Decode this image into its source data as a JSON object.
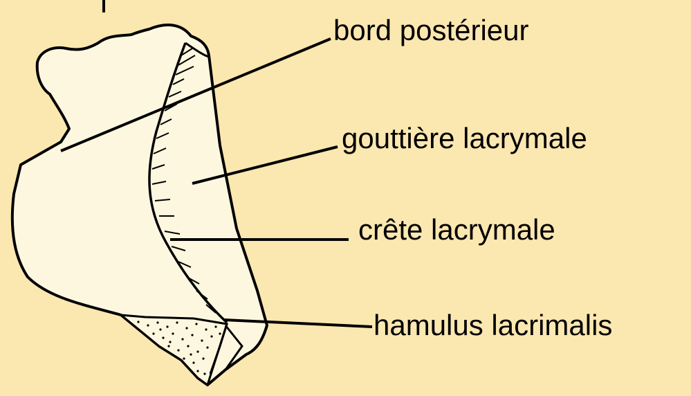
{
  "labels": {
    "bord_posterieur": "bord postérieur",
    "gouttiere_lacrymale": "gouttière lacrymale",
    "crete_lacrymale": "crête lacrymale",
    "hamulus_lacrimalis": "hamulus lacrimalis"
  },
  "colors": {
    "background": "#fbe7b0",
    "bone_fill": "#fdf7df",
    "outline": "#000000"
  }
}
